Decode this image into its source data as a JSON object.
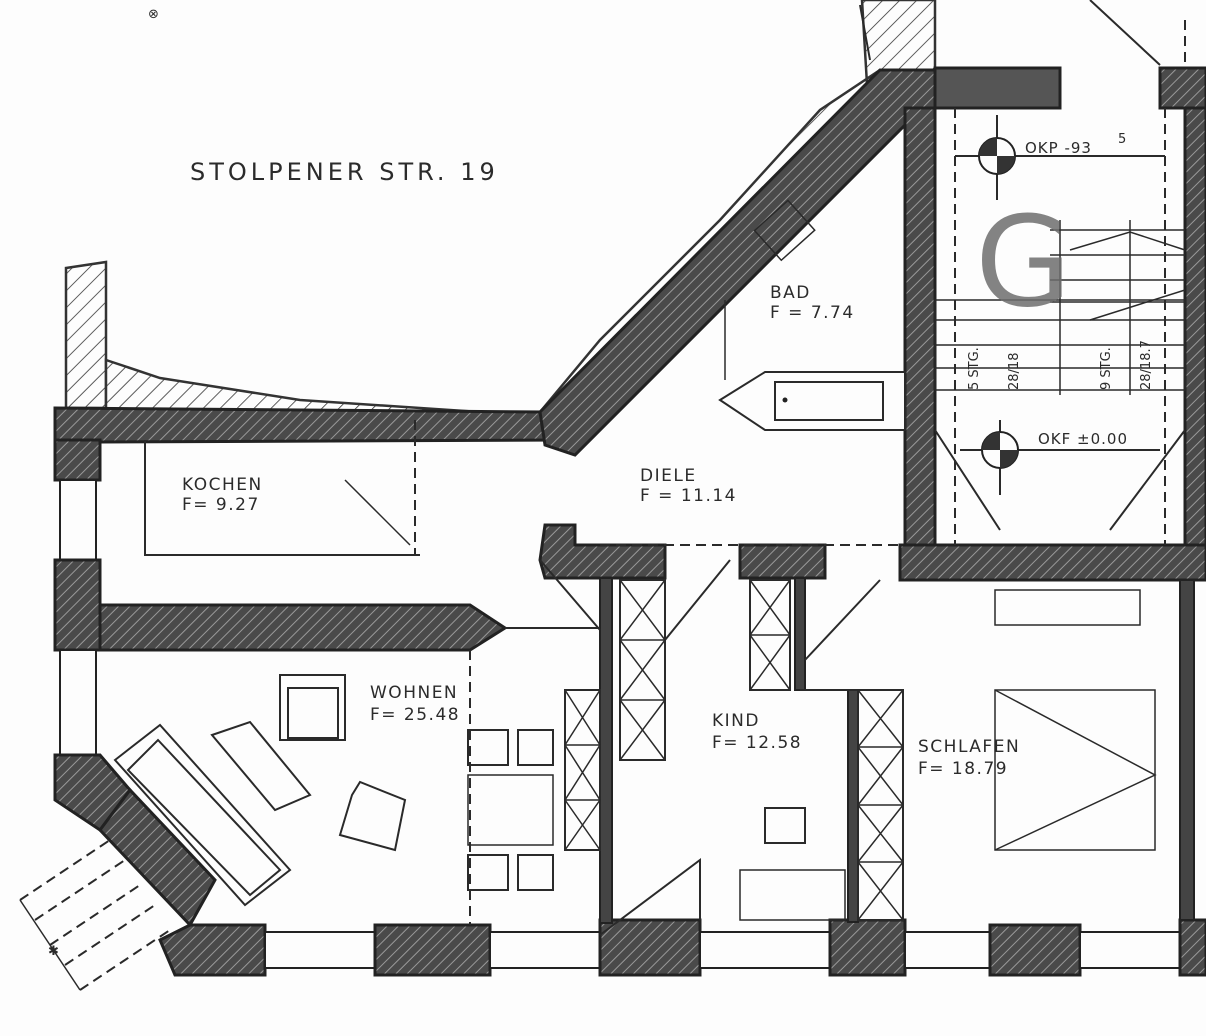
{
  "title": "STOLPENER STR. 19",
  "levels": {
    "upper": {
      "label": "OKP -93",
      "superscript": "5"
    },
    "lower": {
      "label": "OKF ±0.00"
    }
  },
  "stair_marker": "G",
  "stairs": [
    {
      "count": "5 STG.",
      "ratio": "28/18"
    },
    {
      "count": "9 STG.",
      "ratio": "28/18.7"
    }
  ],
  "rooms": [
    {
      "id": "kochen",
      "name": "KOCHEN",
      "area": "F= 9.27"
    },
    {
      "id": "diele",
      "name": "DIELE",
      "area": "F = 11.14"
    },
    {
      "id": "bad",
      "name": "BAD",
      "area": "F = 7.74"
    },
    {
      "id": "wohnen",
      "name": "WOHNEN",
      "area": "F= 25.48"
    },
    {
      "id": "kind",
      "name": "KIND",
      "area": "F= 12.58"
    },
    {
      "id": "schlafen",
      "name": "SCHLAFEN",
      "area": "F= 18.79"
    }
  ],
  "colors": {
    "ink": "#2a2a2a",
    "wall_fill": "#555555",
    "paper": "#fdfdfd",
    "marker_gray": "#6e6e6e"
  }
}
